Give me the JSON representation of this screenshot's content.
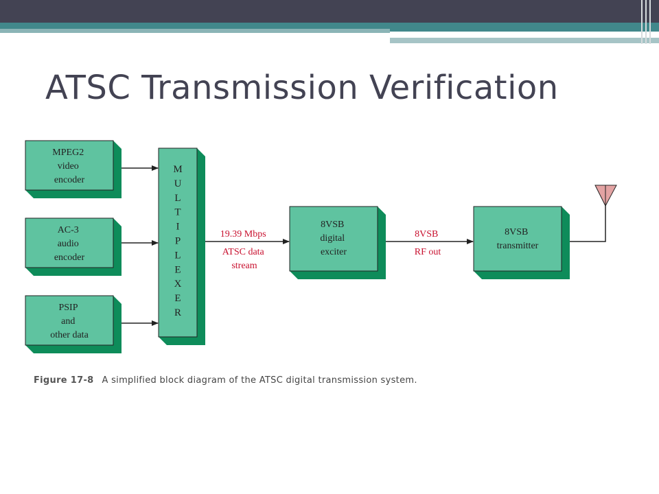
{
  "slide": {
    "title": "ATSC Transmission Verification"
  },
  "diagram": {
    "box_color": "#5fc3a0",
    "shadow_color": "#0e8c5a",
    "encoders": [
      {
        "lines": [
          "MPEG2",
          "video",
          "encoder"
        ]
      },
      {
        "lines": [
          "AC-3",
          "audio",
          "encoder"
        ]
      },
      {
        "lines": [
          "PSIP",
          "and",
          "other data"
        ]
      }
    ],
    "multiplexer_letters": [
      "M",
      "U",
      "L",
      "T",
      "I",
      "P",
      "L",
      "E",
      "X",
      "E",
      "R"
    ],
    "stream_label": [
      "19.39 Mbps",
      "ATSC data",
      "stream"
    ],
    "exciter": {
      "lines": [
        "8VSB",
        "digital",
        "exciter"
      ]
    },
    "rf_label": [
      "8VSB",
      "RF out"
    ],
    "transmitter": {
      "lines": [
        "8VSB",
        "transmitter"
      ]
    }
  },
  "caption": {
    "figure": "Figure 17-8",
    "text": "A simplified block diagram of the ATSC digital transmission system."
  }
}
